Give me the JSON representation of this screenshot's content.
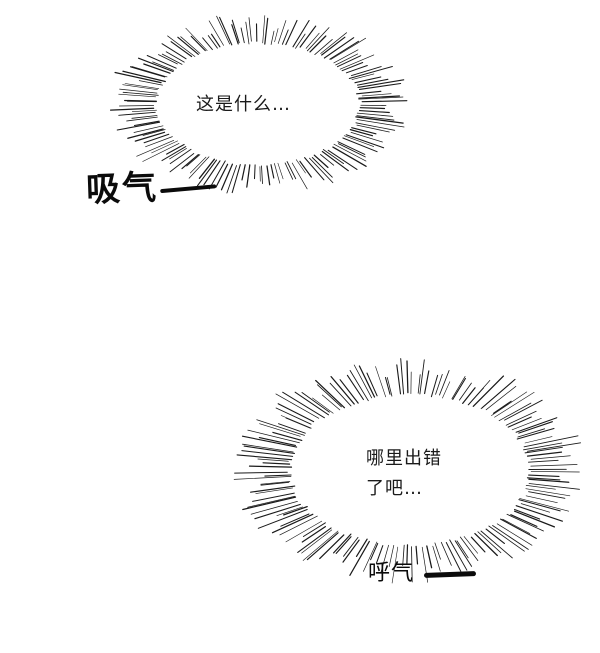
{
  "bubble_top": {
    "text": "这是什么…"
  },
  "sfx_top": {
    "text": "吸气"
  },
  "bubble_bottom": {
    "line1": "哪里出错",
    "line2": "了吧…"
  },
  "sfx_bottom": {
    "text": "呼气"
  },
  "colors": {
    "ink": "#111111",
    "background": "#ffffff"
  }
}
